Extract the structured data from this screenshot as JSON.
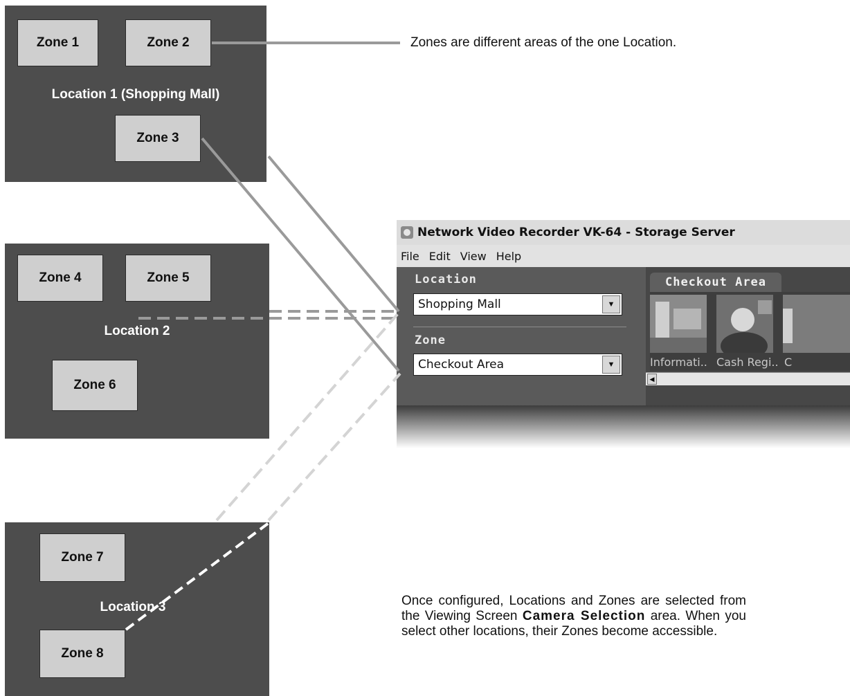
{
  "locations": [
    {
      "label": "Location 1 (Shopping Mall)",
      "zones": [
        "Zone 1",
        "Zone 2",
        "Zone 3"
      ]
    },
    {
      "label": "Location 2",
      "zones": [
        "Zone 4",
        "Zone 5",
        "Zone 6"
      ]
    },
    {
      "label": "Location 3",
      "zones": [
        "Zone 7",
        "Zone 8"
      ]
    }
  ],
  "callout_top": "Zones are different areas of the one Location.",
  "app": {
    "title": "Network Video Recorder VK-64 - Storage Server",
    "menu": [
      "File",
      "Edit",
      "View",
      "Help"
    ],
    "location_label": "Location",
    "location_value": "Shopping Mall",
    "zone_label": "Zone",
    "zone_value": "Checkout Area",
    "tab_label": "Checkout Area",
    "thumbnails": [
      "Informati..",
      "Cash Regi..",
      "C"
    ]
  },
  "callout_bottom": {
    "text_before": "Once configured, Locations and Zones are selected from the Viewing Screen ",
    "bold": "Camera Selection",
    "text_after": " area. When you select other locations, their Zones become accessible."
  }
}
